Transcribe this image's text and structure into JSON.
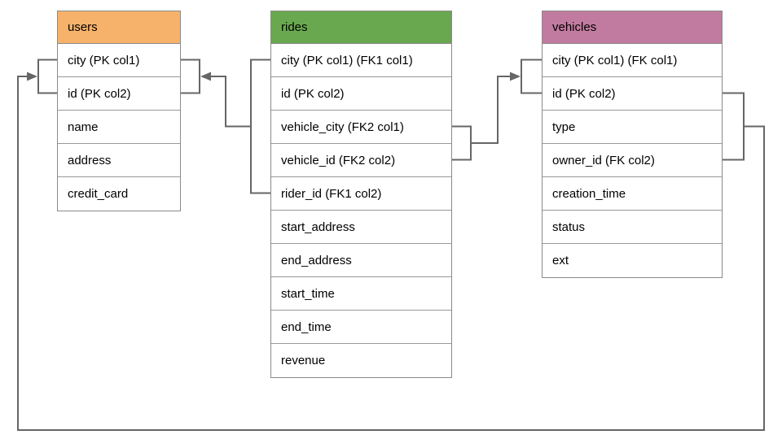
{
  "diagram": {
    "type": "database-schema-er-diagram",
    "colors": {
      "connector": "#666666",
      "row_border": "#999999",
      "text": "#000000",
      "background": "#ffffff"
    },
    "tables": [
      {
        "name": "users",
        "header_color": "#f6b26b",
        "rows": [
          "city (PK col1)",
          "id (PK col2)",
          "name",
          "address",
          "credit_card"
        ]
      },
      {
        "name": "rides",
        "header_color": "#6aa84f",
        "rows": [
          "city (PK col1) (FK1 col1)",
          "id (PK col2)",
          "vehicle_city (FK2 col1)",
          "vehicle_id (FK2 col2)",
          "rider_id (FK1 col2)",
          "start_address",
          "end_address",
          "start_time",
          "end_time",
          "revenue"
        ]
      },
      {
        "name": "vehicles",
        "header_color": "#c27ba0",
        "rows": [
          "city (PK col1) (FK col1)",
          "id (PK col2)",
          "type",
          "owner_id (FK col2)",
          "creation_time",
          "status",
          "ext"
        ]
      }
    ],
    "relationships": [
      {
        "from_table": "rides",
        "from_columns": "city, rider_id",
        "to_table": "users",
        "to_columns": "city, id"
      },
      {
        "from_table": "rides",
        "from_columns": "vehicle_city, vehicle_id",
        "to_table": "vehicles",
        "to_columns": "city, id"
      },
      {
        "from_table": "vehicles",
        "from_columns": "id, owner_id",
        "to_table": "users",
        "to_columns": "city, id"
      }
    ]
  }
}
